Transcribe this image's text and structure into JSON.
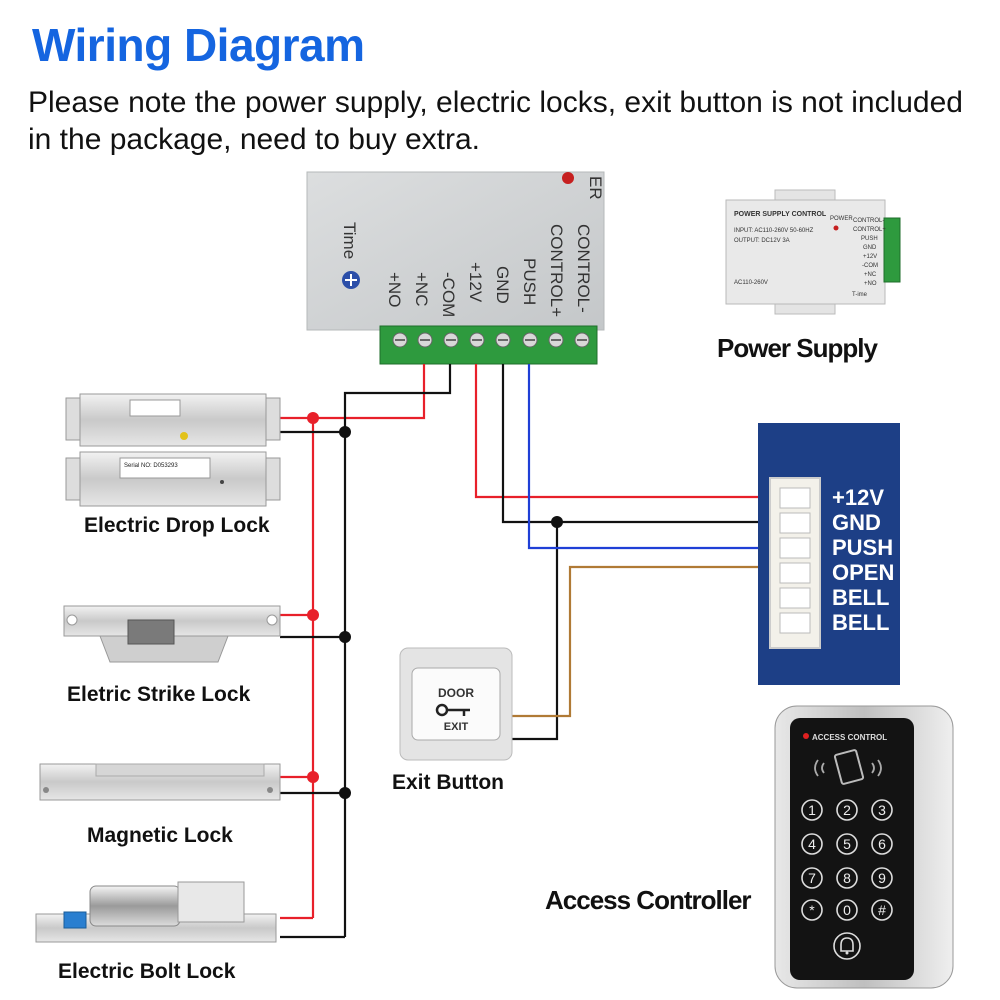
{
  "header": {
    "title": "Wiring Diagram",
    "note": "Please note the power supply, electric locks, exit button is not included in the package, need to buy extra."
  },
  "controller_box": {
    "terminals": [
      "+NO",
      "+NC",
      "-COM",
      "+12V",
      "GND",
      "PUSH",
      "CONTROL+",
      "CONTROL-"
    ],
    "time_label": "Time",
    "power_label_partial": "ER"
  },
  "power_supply": {
    "label": "Power Supply",
    "panel_title": "POWER SUPPLY CONTROL",
    "input_text": "INPUT: AC110-260V 50-60HZ",
    "output_text": "OUTPUT: DC12V 3A",
    "power_text": "POWER",
    "side_terminals": [
      "CONTROL-",
      "CONTROL+",
      "PUSH",
      "GND",
      "+12V",
      "-COM",
      "+NC",
      "+NO"
    ],
    "ac_text": "AC110-260V",
    "time_text": "T-ime"
  },
  "access_board": {
    "pins": [
      "+12V",
      "GND",
      "PUSH",
      "OPEN",
      "BELL",
      "BELL"
    ]
  },
  "locks": {
    "drop_lock": "Electric Drop Lock",
    "drop_serial": "Serial NO: D053293",
    "strike_lock": "Eletric Strike Lock",
    "magnetic_lock": "Magnetic Lock",
    "bolt_lock": "Electric Bolt Lock"
  },
  "exit_button": {
    "label": "Exit Button",
    "door_text": "DOOR",
    "exit_text": "EXIT"
  },
  "access_controller": {
    "label": "Access Controller",
    "device_title": "ACCESS CONTROL",
    "keys": [
      "1",
      "2",
      "3",
      "4",
      "5",
      "6",
      "7",
      "8",
      "9",
      "*",
      "0",
      "#"
    ]
  },
  "wire_colors": {
    "red": "#e8202a",
    "black": "#111111",
    "blue": "#1f3fd6",
    "brown": "#b07a35"
  }
}
